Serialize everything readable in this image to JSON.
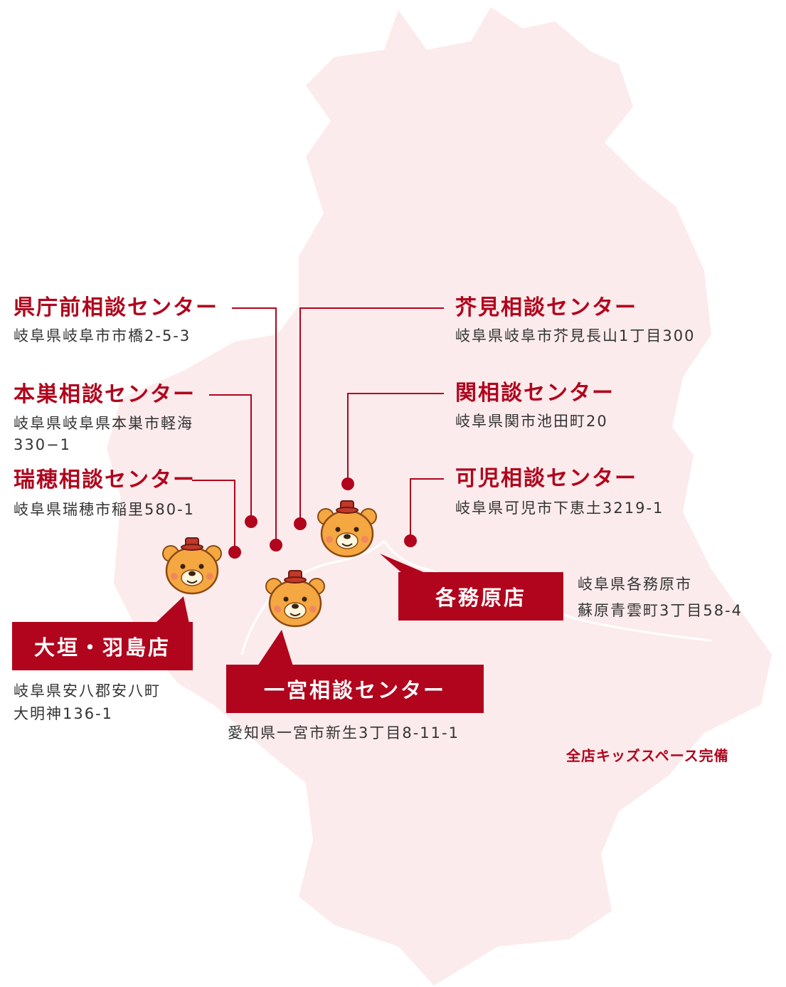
{
  "colors": {
    "accent": "#b0051d",
    "map_fill": "#fcebec",
    "text": "#333333",
    "mascot": "#f5a742"
  },
  "centers": {
    "kenchomae": {
      "name": "県庁前相談センター",
      "address": "岐阜県岐阜市市橋2-5-3"
    },
    "motosu": {
      "name": "本巣相談センター",
      "address_1": "岐阜県岐阜県本巣市軽海",
      "address_2": "330−1"
    },
    "mizuho": {
      "name": "瑞穂相談センター",
      "address": "岐阜県瑞穂市稲里580-1"
    },
    "kagami": {
      "name": "芥見相談センター",
      "address": "岐阜県岐阜市芥見長山1丁目300"
    },
    "seki": {
      "name": "関相談センター",
      "address": "岐阜県関市池田町20"
    },
    "kani": {
      "name": "可児相談センター",
      "address": "岐阜県可児市下恵土3219-1"
    }
  },
  "stores": {
    "ogaki": {
      "label": "大垣・羽島店",
      "address_1": "岐阜県安八郡安八町",
      "address_2": "大明神136-1"
    },
    "ichinomiya": {
      "label": "一宮相談センター",
      "address": "愛知県一宮市新生3丁目8-11-1"
    },
    "kakamigahara": {
      "label": "各務原店",
      "address_1": "岐阜県各務原市",
      "address_2": "蘇原青雲町3丁目58-4"
    }
  },
  "note": "全店キッズスペース完備",
  "icons": {
    "marker": "location-dot-icon",
    "mascot": "bear-mascot-icon"
  }
}
